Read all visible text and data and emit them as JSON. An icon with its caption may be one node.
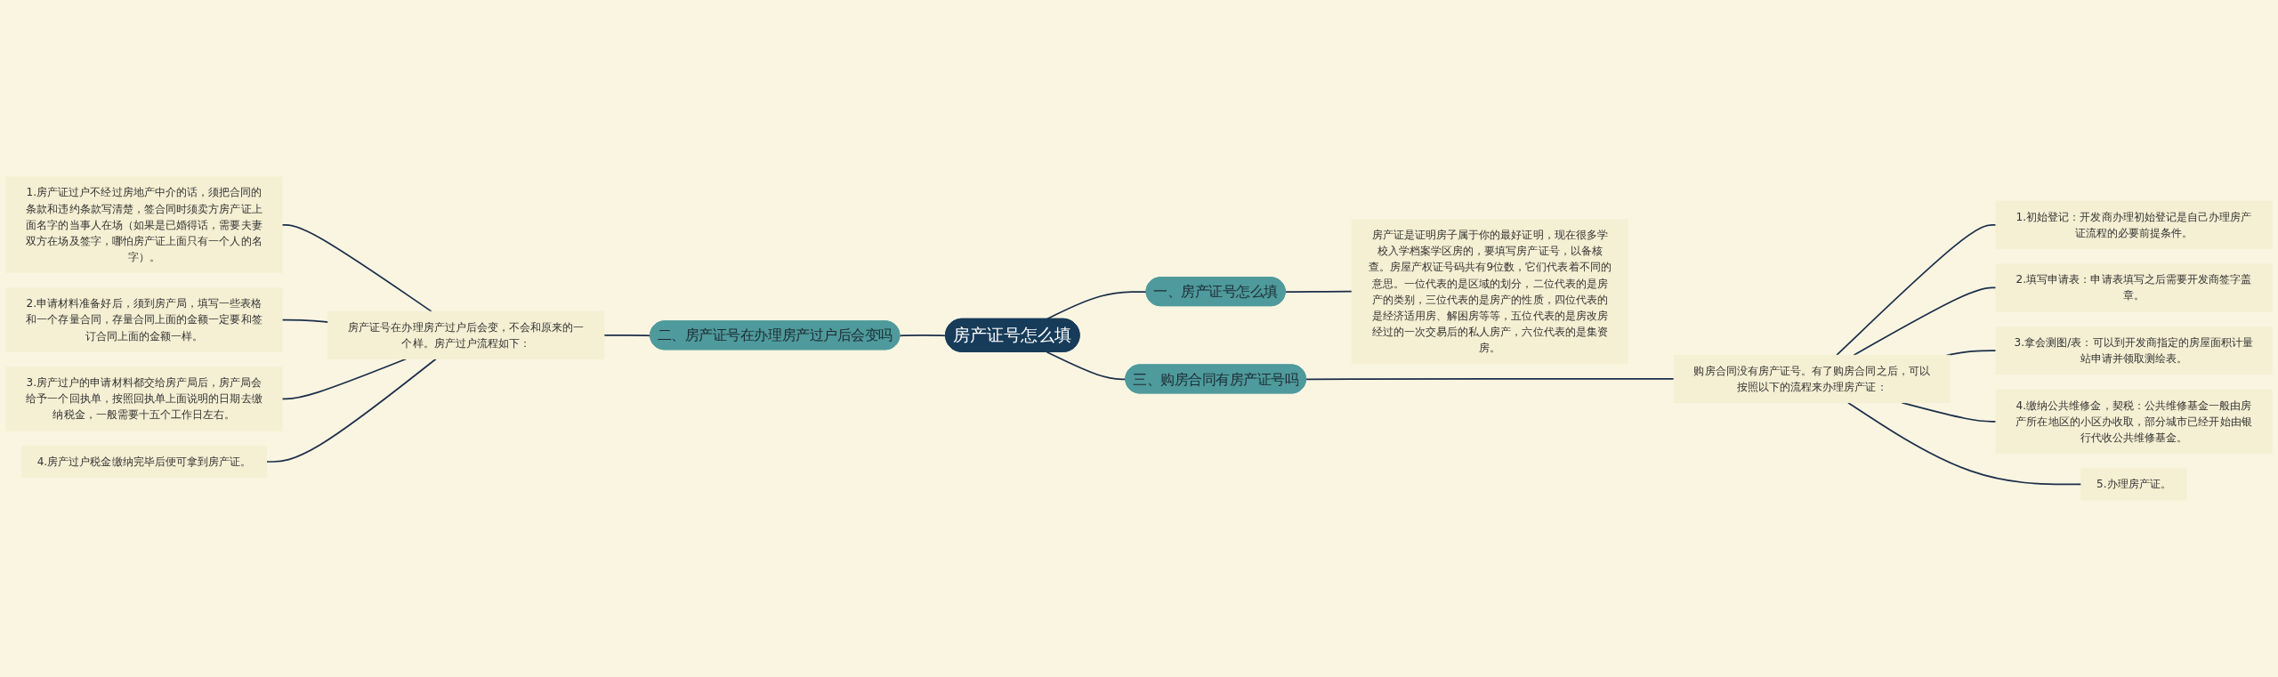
{
  "diagram": {
    "nodes": [
      {
        "text": [
          "房产证号怎么填"
        ]
      },
      {
        "text": [
          "一、房产证号怎么填"
        ]
      },
      {
        "text": [
          "房产证是证明房子属于你的最好证明，现在很多学校入学档案学区房的，要填写房产证号，以备核查。房屋产权证号码共有9位数，它们代表着不同的意思。一位代表的是区域的划分，二位代表的是房产的类别，三位代表的是房产的性质，四位代表的是经济适用房、解困房等等，五位代表的是房改房经过的一次交易后的私人房产，六位代表的是集资房。"
        ]
      },
      {
        "text": [
          "二、房产证号在办理房产过户后会变吗"
        ]
      },
      {
        "text": [
          "房产证号在办理房产过户后会变，不会和原来的一个样。房产过户流程如下："
        ]
      },
      {
        "text": [
          "1.房产证过户不经过房地产中介的话，须把合同的条款和违约条款写清楚，签合同时须卖方房产证上面名字的当事人在场（如果是已婚得话，需要夫妻双方在场及签字，哪怕房产证上面只有一个人的名字）。"
        ]
      },
      {
        "text": [
          "2.申请材料准备好后，须到房产局，填写一些表格和一个存量合同，存量合同上面的金额一定要和签订合同上面的金额一样。"
        ]
      },
      {
        "text": [
          "3.房产过户的申请材料都交给房产局后，房产局会给予一个回执单，按照回执单上面说明的日期去缴纳税金，一般需要十五个工作日左右。"
        ]
      },
      {
        "text": [
          "4.房产过户税金缴纳完毕后便可拿到房产证。"
        ]
      },
      {
        "text": [
          "三、购房合同有房产证号吗"
        ]
      },
      {
        "text": [
          "购房合同没有房产证号。有了购房合同之后，可以按照以下的流程来办理房产证："
        ]
      },
      {
        "text": [
          "1.初始登记：开发商办理初始登记是自己办理房产证流程的必要前提条件。"
        ]
      },
      {
        "text": [
          "2.填写申请表：申请表填写之后需要开发商签字盖章。"
        ]
      },
      {
        "text": [
          "3.拿会测图/表：可以到开发商指定的房屋面积计量站申请并领取测绘表。"
        ]
      },
      {
        "text": [
          "4.缴纳公共维修金，契税：公共维修基金一般由房产所在地区的小区办收取，部分城市已经开始由银行代收公共维修基金。"
        ]
      },
      {
        "text": [
          "5.办理房产证。"
        ]
      }
    ],
    "edges": [
      {
        "from": 0,
        "to": 1,
        "arrow": "none"
      },
      {
        "from": 1,
        "to": 2,
        "arrow": "none"
      },
      {
        "from": 3,
        "to": 0,
        "arrow": "none"
      },
      {
        "from": 4,
        "to": 3,
        "arrow": "none"
      },
      {
        "from": 5,
        "to": 4,
        "arrow": "none"
      },
      {
        "from": 6,
        "to": 4,
        "arrow": "none"
      },
      {
        "from": 7,
        "to": 4,
        "arrow": "none"
      },
      {
        "from": 8,
        "to": 4,
        "arrow": "none"
      },
      {
        "from": 0,
        "to": 9,
        "arrow": "none"
      },
      {
        "from": 9,
        "to": 10,
        "arrow": "none"
      },
      {
        "from": 10,
        "to": 11,
        "arrow": "none"
      },
      {
        "from": 10,
        "to": 12,
        "arrow": "none"
      },
      {
        "from": 10,
        "to": 13,
        "arrow": "none"
      },
      {
        "from": 10,
        "to": 14,
        "arrow": "none"
      },
      {
        "from": 10,
        "to": 15,
        "arrow": "none"
      }
    ]
  }
}
